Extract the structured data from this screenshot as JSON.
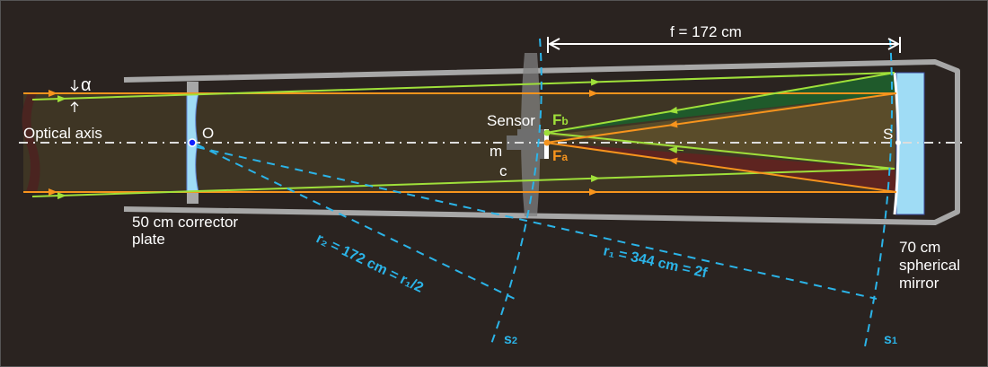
{
  "labels": {
    "alpha": "α",
    "optical_axis": "Optical axis",
    "O": "O",
    "corrector_1": "50 cm corrector",
    "corrector_2": "plate",
    "sensor": "Sensor",
    "Fb": "F",
    "Fb_sub": "b",
    "Fa": "F",
    "Fa_sub": "a",
    "m": "m",
    "c": "c",
    "S": "S",
    "focal": "f = 172 cm",
    "r2": "r₂ = 172 cm = r₁/2",
    "r1": "r₁ = 344 cm = 2f",
    "s2": "s",
    "s2_sub": "2",
    "s1": "s",
    "s1_sub": "1",
    "mirror_1": "70 cm",
    "mirror_2": "spherical",
    "mirror_3": "mirror"
  },
  "colors": {
    "orange": "#f7941d",
    "green": "#9fe03a",
    "blue": "#2bb4e8",
    "tube": "#a7a7a7",
    "glass": "#9fdcf5"
  }
}
